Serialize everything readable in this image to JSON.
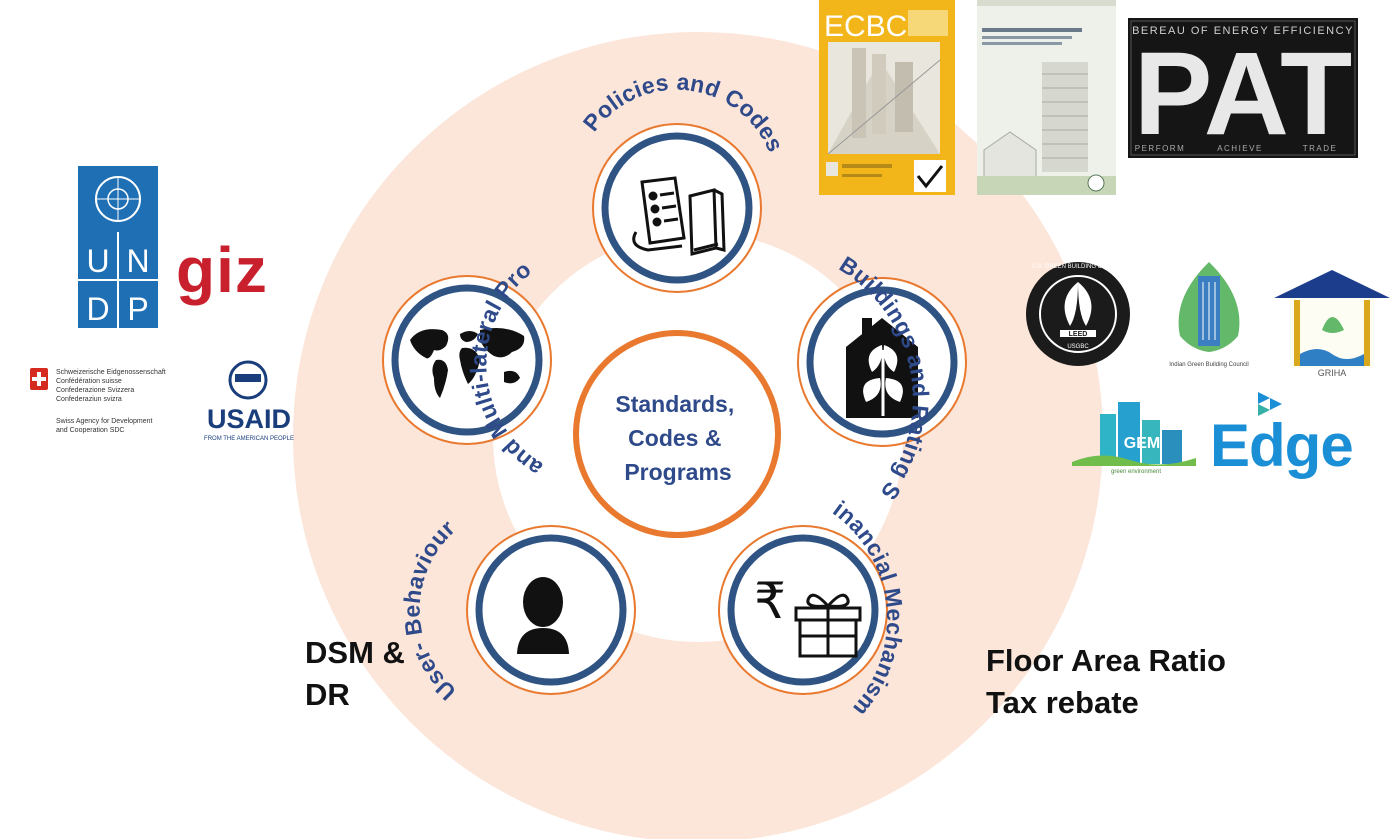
{
  "center": {
    "lines": [
      "Standards,",
      "Codes &",
      "Programs"
    ]
  },
  "nodes": [
    {
      "id": "policies",
      "label": "Policies and Codes",
      "icon": "document-book-icon"
    },
    {
      "id": "green",
      "label": "Green Buildings and Rating System",
      "icon": "green-house-icon"
    },
    {
      "id": "financial",
      "label": "Financial Mechanisms",
      "icon": "rupee-gift-icon"
    },
    {
      "id": "behaviour",
      "label": "User- Behaviour",
      "icon": "person-icon"
    },
    {
      "id": "bilateral",
      "label": "Bi-lateral and Multi-lateral Programmes",
      "icon": "world-map-icon"
    }
  ],
  "notes": {
    "dsm": [
      "DSM &",
      "DR"
    ],
    "far": [
      "Floor Area Ratio",
      "Tax rebate"
    ]
  },
  "logos": {
    "undp": [
      "U",
      "N",
      "D",
      "P"
    ],
    "giz": "giz",
    "sdc": [
      "Schweizerische Eidgenossenschaft",
      "Confédération suisse",
      "Confederazione Svizzera",
      "Confederaziun svizra",
      "Swiss Agency for Development",
      "and Cooperation SDC"
    ],
    "usaid": {
      "name": "USAID",
      "tagline": "FROM THE AMERICAN PEOPLE"
    },
    "ecbc": {
      "title": "ECBC"
    },
    "pat": {
      "header": "BEREAU OF ENERGY EFFICIENCY",
      "big": "PAT",
      "footer": [
        "PERFORM",
        "ACHIEVE",
        "TRADE"
      ]
    },
    "usgbc": {
      "ring": "U.S. GREEN BUILDING COUNCIL",
      "inner": [
        "LEED",
        "USGBC"
      ]
    },
    "igbc": {
      "caption": "Indian Green Building Council"
    },
    "griha": {
      "caption": "GRIHA"
    },
    "gem": {
      "name": "GEM",
      "caption": "green environment"
    },
    "edge": {
      "name": "Edge"
    }
  },
  "colors": {
    "outer_ring": "#fce5d9",
    "accent_orange": "#e8792f",
    "navy": "#2f5383",
    "label_blue": "#2f4a8a",
    "undp_blue": "#1f6fb5",
    "giz_red": "#c8202c",
    "edge_blue": "#1b8fd6",
    "pat_bg": "#151515"
  }
}
